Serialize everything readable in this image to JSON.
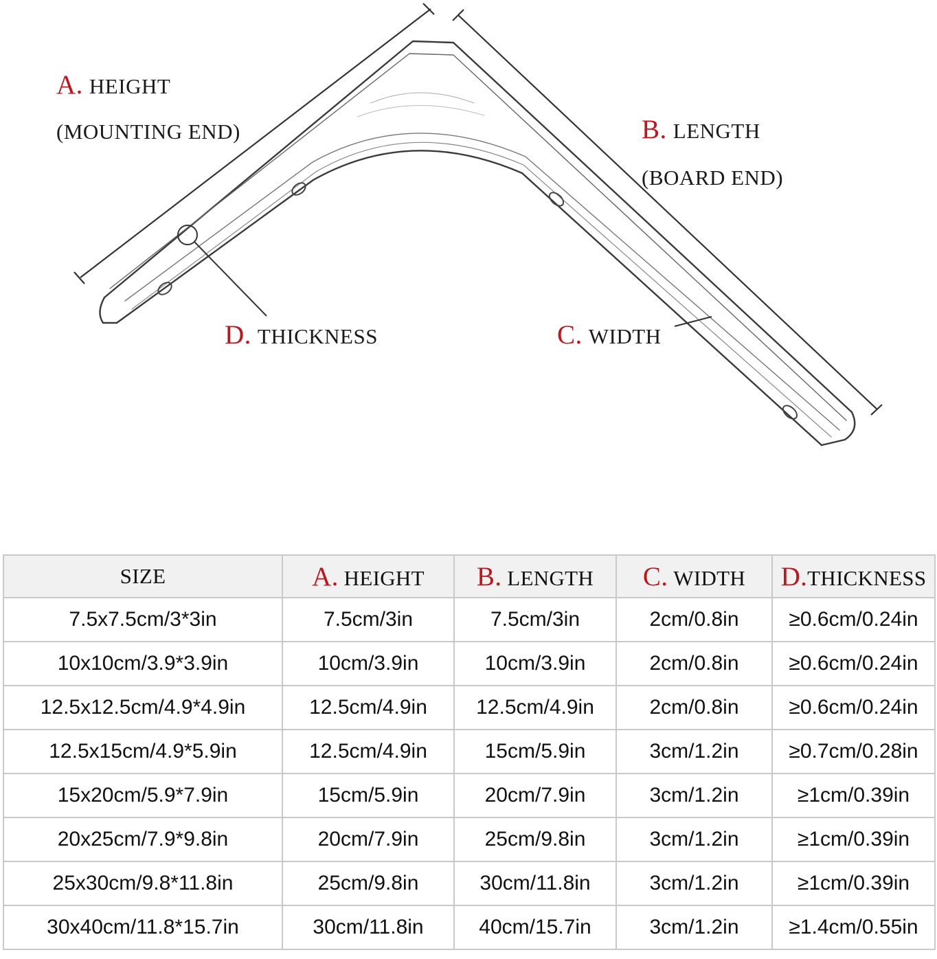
{
  "diagram": {
    "height_letter": "A.",
    "height_label": "HEIGHT",
    "height_sub": "(MOUNTING END)",
    "length_letter": "B.",
    "length_label": "LENGTH",
    "length_sub": "(BOARD END)",
    "thickness_letter": "D.",
    "thickness_label": "THICKNESS",
    "width_letter": "C.",
    "width_label": "WIDTH"
  },
  "table": {
    "headers": {
      "size": "SIZE",
      "height_letter": "A.",
      "height": "HEIGHT",
      "length_letter": "B.",
      "length": "LENGTH",
      "width_letter": "C.",
      "width": "WIDTH",
      "thickness_letter": "D.",
      "thickness": "THICKNESS"
    },
    "rows": [
      [
        "7.5x7.5cm/3*3in",
        "7.5cm/3in",
        "7.5cm/3in",
        "2cm/0.8in",
        "≥0.6cm/0.24in"
      ],
      [
        "10x10cm/3.9*3.9in",
        "10cm/3.9in",
        "10cm/3.9in",
        "2cm/0.8in",
        "≥0.6cm/0.24in"
      ],
      [
        "12.5x12.5cm/4.9*4.9in",
        "12.5cm/4.9in",
        "12.5cm/4.9in",
        "2cm/0.8in",
        "≥0.6cm/0.24in"
      ],
      [
        "12.5x15cm/4.9*5.9in",
        "12.5cm/4.9in",
        "15cm/5.9in",
        "3cm/1.2in",
        "≥0.7cm/0.28in"
      ],
      [
        "15x20cm/5.9*7.9in",
        "15cm/5.9in",
        "20cm/7.9in",
        "3cm/1.2in",
        "≥1cm/0.39in"
      ],
      [
        "20x25cm/7.9*9.8in",
        "20cm/7.9in",
        "25cm/9.8in",
        "3cm/1.2in",
        "≥1cm/0.39in"
      ],
      [
        "25x30cm/9.8*11.8in",
        "25cm/9.8in",
        "30cm/11.8in",
        "3cm/1.2in",
        "≥1cm/0.39in"
      ],
      [
        "30x40cm/11.8*15.7in",
        "30cm/11.8in",
        "40cm/15.7in",
        "3cm/1.2in",
        "≥1.4cm/0.55in"
      ]
    ]
  }
}
